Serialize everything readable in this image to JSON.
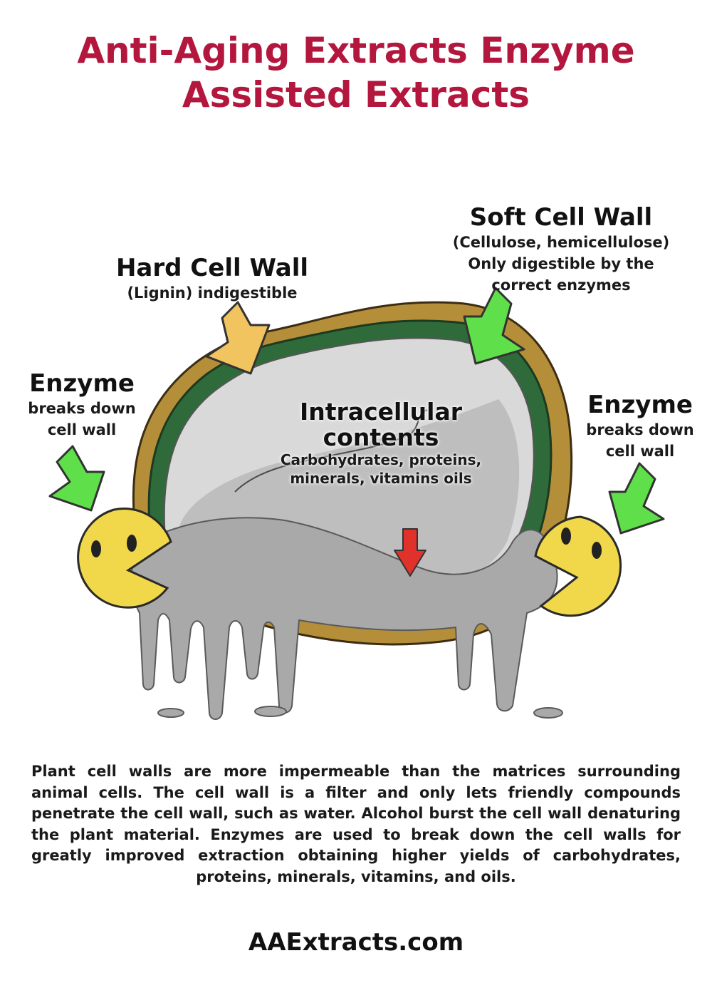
{
  "title": {
    "line1": "Anti-Aging Extracts Enzyme",
    "line2": "Assisted Extracts"
  },
  "labels": {
    "hard_wall": {
      "heading": "Hard Cell Wall",
      "detail": "(Lignin) indigestible"
    },
    "soft_wall": {
      "heading": "Soft Cell Wall",
      "detail_lines": [
        "(Cellulose, hemicellulose)",
        "Only digestible by the",
        "correct enzymes"
      ]
    },
    "enzyme_left": {
      "heading": "Enzyme",
      "detail_lines": [
        "breaks down",
        "cell wall"
      ]
    },
    "enzyme_right": {
      "heading": "Enzyme",
      "detail_lines": [
        "breaks down",
        "cell wall"
      ]
    },
    "intracellular": {
      "heading_lines": [
        "Intracellular",
        "contents"
      ],
      "detail_lines": [
        "Carbohydrates, proteins,",
        "minerals, vitamins oils"
      ]
    }
  },
  "description": "Plant cell walls are more impermeable than the matrices surrounding animal cells. The cell wall is a filter and only lets friendly compounds penetrate the cell wall, such as water. Alcohol burst the cell wall denaturing the plant material. Enzymes are used to break down the cell walls for greatly improved extraction obtaining higher yields of carbohydrates, proteins, minerals, vitamins, and oils.",
  "footer": "AAExtracts.com",
  "colors": {
    "title": "#b3173d",
    "hard_wall": "#b58e3a",
    "soft_wall": "#2f6b3a",
    "contents": "#a9a9a9",
    "enzyme": "#f0d84a",
    "arrow_green": "#5fe04a",
    "arrow_yellow": "#f2c460",
    "arrow_red": "#e0312a"
  },
  "icons": {
    "hard_wall_arrow": "arrow-down-right",
    "soft_wall_arrow": "arrow-down-left",
    "enzyme_left_arrow": "arrow-down-right",
    "enzyme_right_arrow": "arrow-down-left",
    "contents_arrow": "arrow-down"
  }
}
